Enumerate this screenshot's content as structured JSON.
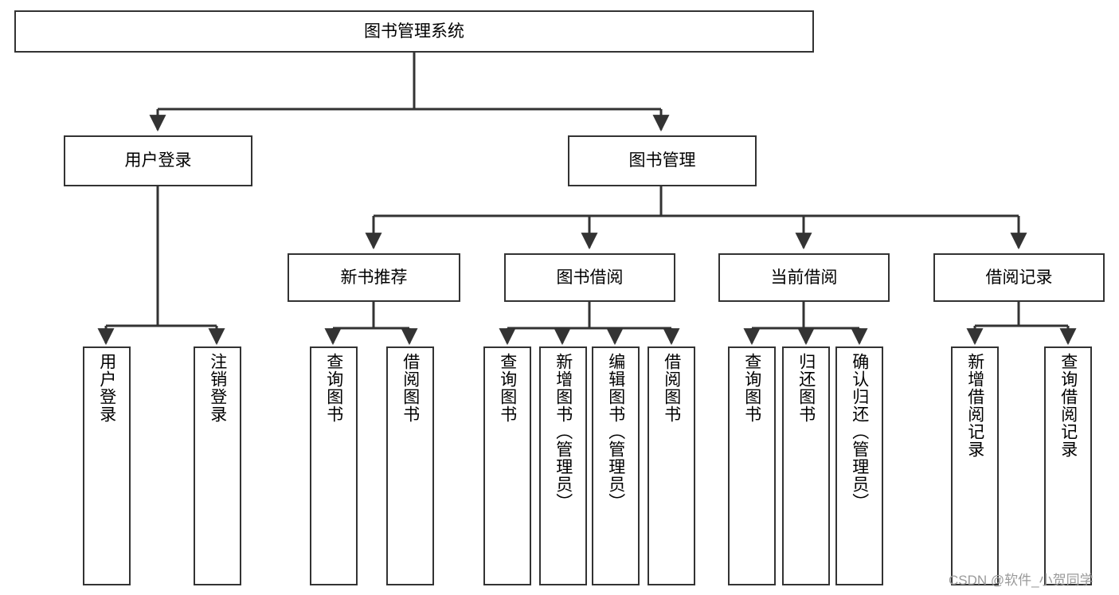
{
  "diagram": {
    "type": "tree",
    "title": "图书管理系统",
    "orientation": "top-down",
    "colors": {
      "box_border": "#333333",
      "box_fill": "#ffffff",
      "connector": "#333333",
      "text": "#000000",
      "watermark": "#9a9a9a",
      "background": "#ffffff"
    },
    "root": {
      "label": "图书管理系统"
    },
    "level1": [
      {
        "id": "user-login",
        "label": "用户登录"
      },
      {
        "id": "book-management",
        "label": "图书管理"
      }
    ],
    "level2": [
      {
        "id": "new-book-recommend",
        "label": "新书推荐",
        "parent": "book-management"
      },
      {
        "id": "book-borrow",
        "label": "图书借阅",
        "parent": "book-management"
      },
      {
        "id": "current-borrow",
        "label": "当前借阅",
        "parent": "book-management"
      },
      {
        "id": "borrow-record",
        "label": "借阅记录",
        "parent": "book-management"
      }
    ],
    "leaves": {
      "user-login": [
        {
          "id": "leaf-user-login",
          "label": "用户登录"
        },
        {
          "id": "leaf-user-logout",
          "label": "注销登录"
        }
      ],
      "new-book-recommend": [
        {
          "id": "leaf-query-book-1",
          "label": "查询图书"
        },
        {
          "id": "leaf-borrow-book-1",
          "label": "借阅图书"
        }
      ],
      "book-borrow": [
        {
          "id": "leaf-query-book-2",
          "label": "查询图书"
        },
        {
          "id": "leaf-add-book",
          "label": "新增图书（管理员）"
        },
        {
          "id": "leaf-edit-book",
          "label": "编辑图书（管理员）"
        },
        {
          "id": "leaf-borrow-book-2",
          "label": "借阅图书"
        }
      ],
      "current-borrow": [
        {
          "id": "leaf-query-book-3",
          "label": "查询图书"
        },
        {
          "id": "leaf-return-book",
          "label": "归还图书"
        },
        {
          "id": "leaf-confirm-return",
          "label": "确认归还（管理员）"
        }
      ],
      "borrow-record": [
        {
          "id": "leaf-add-record",
          "label": "新增借阅记录"
        },
        {
          "id": "leaf-query-record",
          "label": "查询借阅记录"
        }
      ]
    }
  },
  "watermark": {
    "text": "CSDN @软件_小贺同学"
  }
}
